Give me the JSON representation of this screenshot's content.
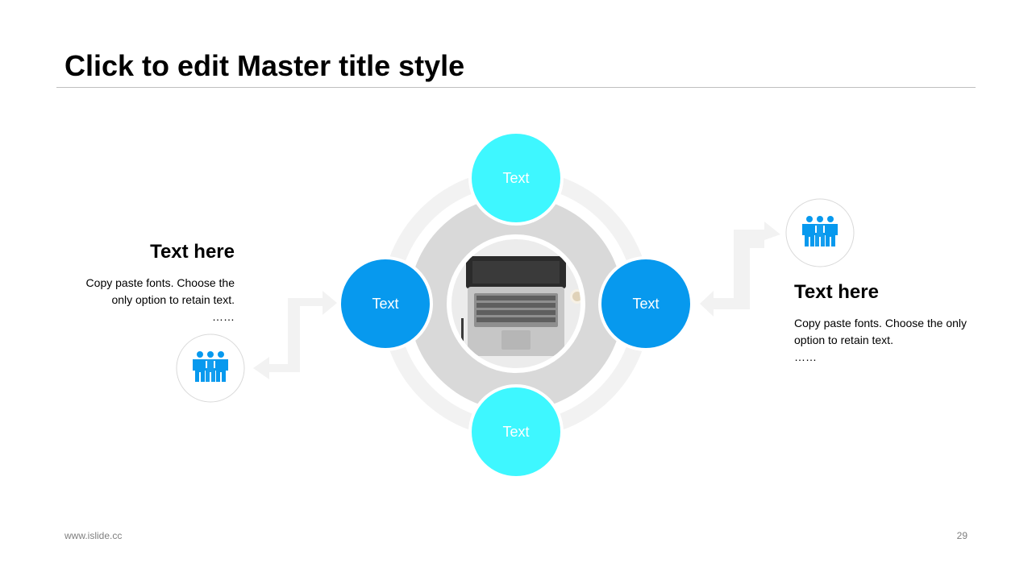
{
  "slide": {
    "title": "Click to edit Master title style"
  },
  "diagram": {
    "nodes": [
      {
        "id": "top",
        "label": "Text",
        "color": "#3ef7ff"
      },
      {
        "id": "left",
        "label": "Text",
        "color": "#0799ee"
      },
      {
        "id": "right",
        "label": "Text",
        "color": "#0799ee"
      },
      {
        "id": "bottom",
        "label": "Text",
        "color": "#3ef7ff"
      }
    ],
    "center_image": "laptop-photo",
    "colors": {
      "ring": "#f2f2f2",
      "disc": "#d9d9d9",
      "icon": "#0799ee",
      "arrow": "#f2f2f2"
    }
  },
  "left_block": {
    "heading": "Text here",
    "body": "Copy paste fonts. Choose the only option to retain text.",
    "ellipsis": "……",
    "icon": "team-icon"
  },
  "right_block": {
    "heading": "Text here",
    "body": "Copy paste fonts. Choose the only option to retain text.",
    "ellipsis": "……",
    "icon": "team-icon"
  },
  "footer": {
    "url": "www.islide.cc",
    "page": "29"
  }
}
